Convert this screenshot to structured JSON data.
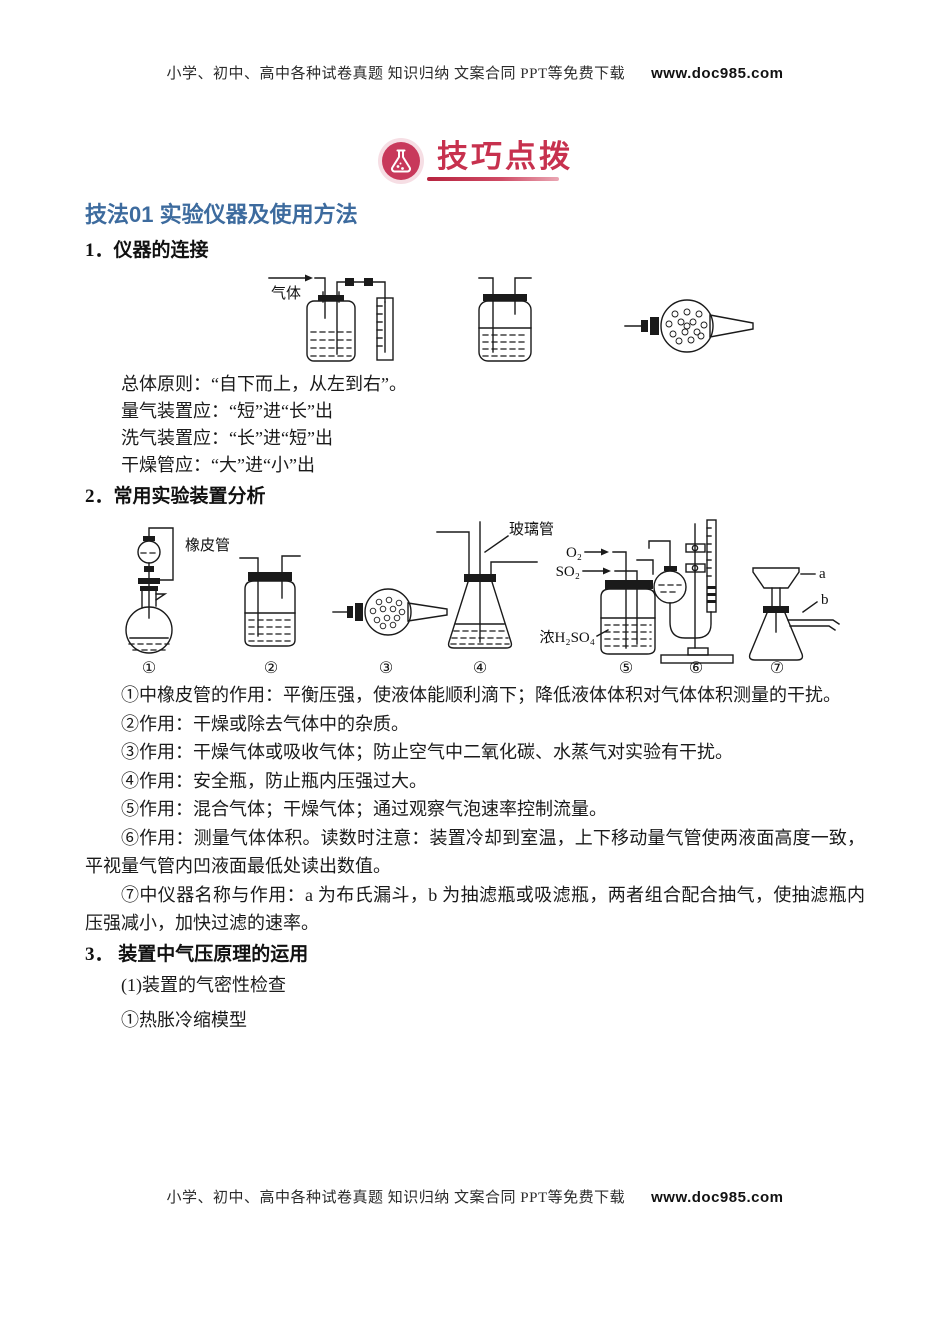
{
  "header": {
    "text": "小学、初中、高中各种试卷真题 知识归纳 文案合同 PPT等免费下载",
    "site": "www.doc985.com"
  },
  "badge": {
    "label": "技巧点拨",
    "accent_color": "#c7314e"
  },
  "title": {
    "text": "技法01 实验仪器及使用方法",
    "color": "#3d6b9e"
  },
  "section1": {
    "heading": "1．仪器的连接",
    "figure_labels": {
      "gas": "气体"
    },
    "principles": [
      "总体原则：“自下而上，从左到右”。",
      "量气装置应：“短”进“长”出",
      "洗气装置应：“长”进“短”出",
      "干燥管应：“大”进“小”出"
    ]
  },
  "section2": {
    "heading": "2．常用实验装置分析",
    "figure_labels": {
      "rubber_tube": "橡皮管",
      "glass_tube": "玻璃管",
      "o2": "O₂",
      "so2": "SO₂",
      "h2so4": "浓H₂SO₄",
      "a": "a",
      "b": "b",
      "numbers": [
        "①",
        "②",
        "③",
        "④",
        "⑤",
        "⑥",
        "⑦"
      ]
    },
    "notes": [
      "①中橡皮管的作用：平衡压强，使液体能顺利滴下；降低液体体积对气体体积测量的干扰。",
      "②作用：干燥或除去气体中的杂质。",
      "③作用：干燥气体或吸收气体；防止空气中二氧化碳、水蒸气对实验有干扰。",
      "④作用：安全瓶，防止瓶内压强过大。",
      "⑤作用：混合气体；干燥气体；通过观察气泡速率控制流量。",
      "⑥作用：测量气体体积。读数时注意：装置冷却到室温，上下移动量气管使两液面高度一致，平视量气管内凹液面最低处读出数值。",
      "⑦中仪器名称与作用：a 为布氏漏斗，b 为抽滤瓶或吸滤瓶，两者组合配合抽气，使抽滤瓶内压强减小，加快过滤的速率。"
    ]
  },
  "section3": {
    "heading": "3． 装置中气压原理的运用",
    "items": [
      "(1)装置的气密性检查",
      "①热胀冷缩模型"
    ]
  },
  "footer": {
    "text": "小学、初中、高中各种试卷真题 知识归纳 文案合同 PPT等免费下载",
    "site": "www.doc985.com"
  }
}
